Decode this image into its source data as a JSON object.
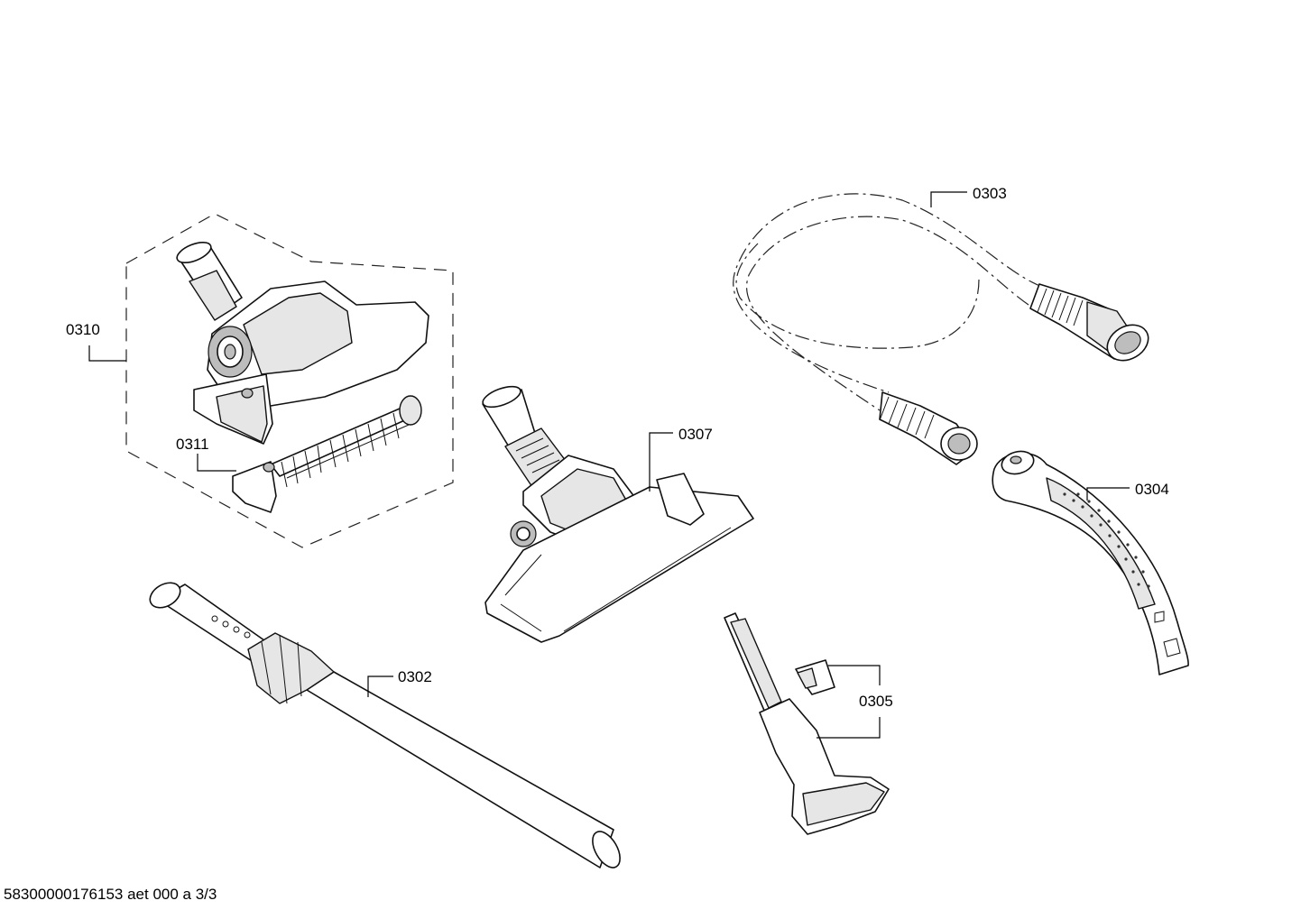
{
  "parts": {
    "p0303": "0303",
    "p0310": "0310",
    "p0311": "0311",
    "p0307": "0307",
    "p0304": "0304",
    "p0302": "0302",
    "p0305": "0305"
  },
  "footer": {
    "doc_code": "58300000176153 aet 000 a 3/3"
  }
}
